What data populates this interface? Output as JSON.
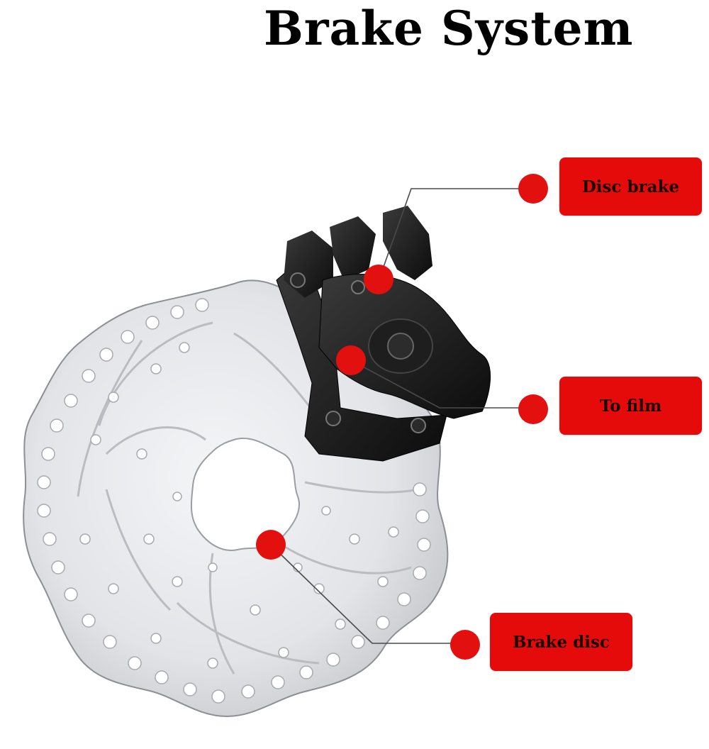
{
  "title": "Brake System",
  "colors": {
    "accent_red": "#e60b0b",
    "dot_red": "#e31010",
    "caliper_black": "#151515",
    "disc_silver": "#e2e3e5"
  },
  "callouts": [
    {
      "id": "disc-brake",
      "label": "Disc brake"
    },
    {
      "id": "to-film",
      "label": "To film"
    },
    {
      "id": "brake-disc",
      "label": "Brake disc"
    }
  ]
}
